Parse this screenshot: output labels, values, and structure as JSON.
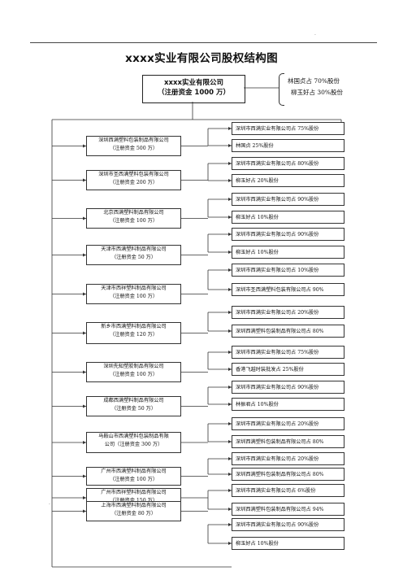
{
  "header_dot": ".",
  "title": "xxxx实业有限公司股权结构图",
  "parent": {
    "name": "xxxx实业有限公司",
    "capital": "（注册资金 1000 万）"
  },
  "shareholders": [
    "林国贞占 70%股份",
    "柳玉好占 30%股份"
  ],
  "left_dot": ".",
  "subsidiaries": [
    {
      "name": "深圳西满塑料包装制品有限公司",
      "capital": "（注册资金 500 万）",
      "owners": [
        "深圳市西满实业有限公司占 75%股份",
        "林国贞 25%股份"
      ]
    },
    {
      "name": "深圳市圣西满塑料包装有限公司",
      "capital": "（注册资金 200 万）",
      "owners": [
        "深圳市西满实业有限公司占 80%股份",
        "柳玉好占 20%股份"
      ]
    },
    {
      "name": "北京西满塑料制品有限公司",
      "capital": "（注册资金 100 万）",
      "owners": [
        "深圳市西满实业有限公司占 90%股份",
        "柳玉好占 10%股份"
      ]
    },
    {
      "name": "天津市西满塑料制品有限公司",
      "capital": "（注册资金 50 万）",
      "owners": [
        "深圳市西满实业有限公司占 90%股份",
        "柳玉好占 10%股份"
      ]
    },
    {
      "name": "天津市西祥塑料制品有限公司",
      "capital": "（注册资金 100 万）",
      "owners": [
        "深圳市西满实业有限公司占 10%股份",
        "深圳市圣西满塑料包装有限公司占 90%"
      ]
    },
    {
      "name": "新乡市西满塑料制品有限公司",
      "capital": "（注册资金 120 万）",
      "owners": [
        "深圳市西满实业有限公司占 20%股份",
        "深圳西满塑料包装制品有限公司占 80%"
      ]
    },
    {
      "name": "深圳先知塑胶制品有限公司",
      "capital": "（注册资金 100 万）",
      "owners": [
        "深圳市西满实业有限公司占 75%股份",
        "香港飞越时装批发占 25%股份"
      ]
    },
    {
      "name": "成都西满塑料制品有限公司",
      "capital": "（注册资金 50 万）",
      "owners": [
        "深圳市西满实业有限公司占 90%股份",
        "林振君占 10%股份"
      ]
    },
    {
      "name": "马鞍山市西满塑料包装制品有限",
      "capital": "公司（注册资金 300 万）",
      "owners": [
        "深圳市西满实业有限公司占 20%股份",
        "深圳西满塑料包装制品有限公司占 80%"
      ]
    },
    {
      "name": "广州市西满塑料制品有限公司",
      "capital": "（注册资金 100 万）",
      "owners": [
        "深圳市西满实业有限公司占 20%股份",
        "深圳西满塑料包装制品有限公司占 80%"
      ]
    },
    {
      "name": "广州市西祥塑料制品有限公司",
      "capital": "（注册资金 150 万）",
      "owners": [
        "深圳市西满实业有限公司占 6%股份",
        "深圳西满塑料包装制品有限公司占 94%"
      ]
    },
    {
      "name": "上海市西满塑料制品有限公司",
      "capital": "（注册资金 80 万）",
      "owners": [
        "深圳市西满实业有限公司占 90%股份",
        "柳玉好占 10%股份"
      ]
    }
  ]
}
